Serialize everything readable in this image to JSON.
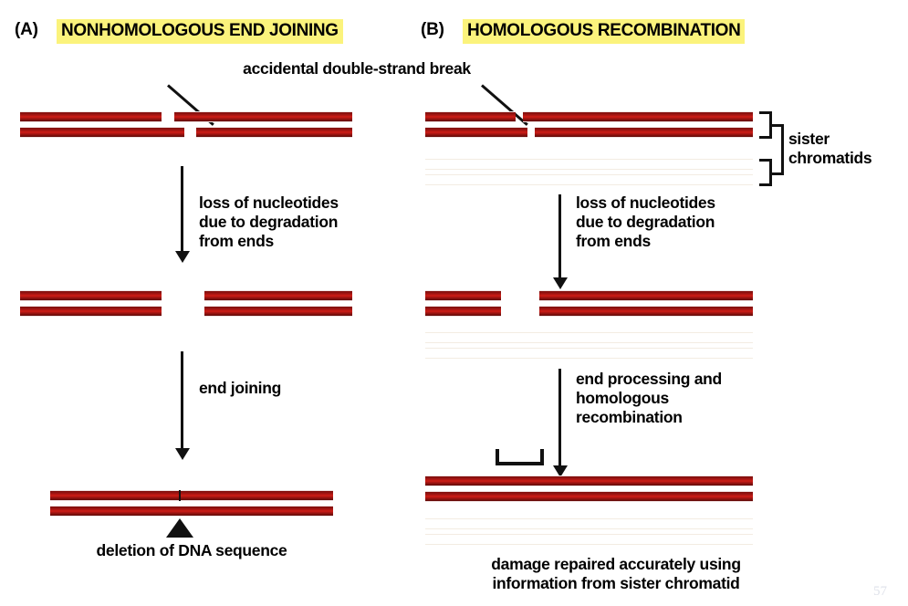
{
  "figure": {
    "page_number": "57",
    "highlight_color": "#fbf37c",
    "dna_red_color": "#a41512",
    "dna_orange_color": "#e7a93c"
  },
  "panel_a": {
    "letter": "(A)",
    "title": "NONHOMOLOGOUS END JOINING",
    "step1_label": "loss of nucleotides\ndue to degradation\nfrom ends",
    "step2_label": "end joining",
    "result_label": "deletion of DNA sequence"
  },
  "panel_b": {
    "letter": "(B)",
    "title": "HOMOLOGOUS RECOMBINATION",
    "bracket_label": "sister\nchromatids",
    "step1_label": "loss of nucleotides\ndue to degradation\nfrom ends",
    "step2_label": "end processing and\nhomologous\nrecombination",
    "result_label": "damage repaired accurately using\ninformation from sister chromatid"
  },
  "shared": {
    "break_label": "accidental double-strand break"
  }
}
